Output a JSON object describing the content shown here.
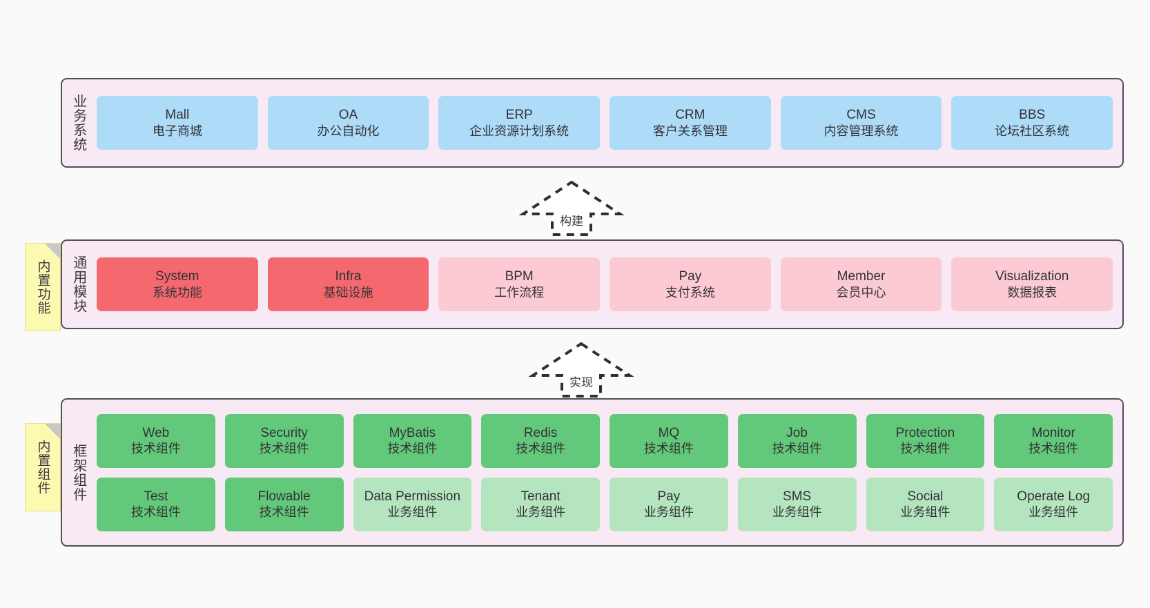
{
  "diagram": {
    "background_color": "#FAFAFA",
    "panel_color": "#F8EAF5",
    "panel_border_color": "#554C5C",
    "layers": [
      {
        "id": "business-systems",
        "title": "业务系统",
        "rows": [
          {
            "cells": [
              {
                "en": "Mall",
                "cn": "电子商城",
                "color": "#AEDCF8",
                "variant": "c-blue"
              },
              {
                "en": "OA",
                "cn": "办公自动化",
                "color": "#AEDCF8",
                "variant": "c-blue"
              },
              {
                "en": "ERP",
                "cn": "企业资源计划系统",
                "color": "#AEDCF8",
                "variant": "c-blue"
              },
              {
                "en": "CRM",
                "cn": "客户关系管理",
                "color": "#AEDCF8",
                "variant": "c-blue"
              },
              {
                "en": "CMS",
                "cn": "内容管理系统",
                "color": "#AEDCF8",
                "variant": "c-blue"
              },
              {
                "en": "BBS",
                "cn": "论坛社区系统",
                "color": "#AEDCF8",
                "variant": "c-blue"
              }
            ]
          }
        ]
      },
      {
        "id": "common-modules",
        "title": "通用模块",
        "note": "内置功能",
        "rows": [
          {
            "cells": [
              {
                "en": "System",
                "cn": "系统功能",
                "color": "#F4696E",
                "variant": "c-red"
              },
              {
                "en": "Infra",
                "cn": "基础设施",
                "color": "#F4696E",
                "variant": "c-red"
              },
              {
                "en": "BPM",
                "cn": "工作流程",
                "color": "#FBCAD2",
                "variant": "c-pink"
              },
              {
                "en": "Pay",
                "cn": "支付系统",
                "color": "#FBCAD2",
                "variant": "c-pink"
              },
              {
                "en": "Member",
                "cn": "会员中心",
                "color": "#FBCAD2",
                "variant": "c-pink"
              },
              {
                "en": "Visualization",
                "cn": "数据报表",
                "color": "#FBCAD2",
                "variant": "c-pink"
              }
            ]
          }
        ]
      },
      {
        "id": "framework-components",
        "title": "框架组件",
        "note": "内置组件",
        "rows": [
          {
            "cells": [
              {
                "en": "Web",
                "cn": "技术组件",
                "color": "#63C97A",
                "variant": "c-green"
              },
              {
                "en": "Security",
                "cn": "技术组件",
                "color": "#63C97A",
                "variant": "c-green"
              },
              {
                "en": "MyBatis",
                "cn": "技术组件",
                "color": "#63C97A",
                "variant": "c-green"
              },
              {
                "en": "Redis",
                "cn": "技术组件",
                "color": "#63C97A",
                "variant": "c-green"
              },
              {
                "en": "MQ",
                "cn": "技术组件",
                "color": "#63C97A",
                "variant": "c-green"
              },
              {
                "en": "Job",
                "cn": "技术组件",
                "color": "#63C97A",
                "variant": "c-green"
              },
              {
                "en": "Protection",
                "cn": "技术组件",
                "color": "#63C97A",
                "variant": "c-green"
              },
              {
                "en": "Monitor",
                "cn": "技术组件",
                "color": "#63C97A",
                "variant": "c-green"
              }
            ]
          },
          {
            "cells": [
              {
                "en": "Test",
                "cn": "技术组件",
                "color": "#63C97A",
                "variant": "c-green"
              },
              {
                "en": "Flowable",
                "cn": "技术组件",
                "color": "#63C97A",
                "variant": "c-green"
              },
              {
                "en": "Data Permission",
                "cn": "业务组件",
                "color": "#B5E5BE",
                "variant": "c-lightgreen"
              },
              {
                "en": "Tenant",
                "cn": "业务组件",
                "color": "#B5E5BE",
                "variant": "c-lightgreen"
              },
              {
                "en": "Pay",
                "cn": "业务组件",
                "color": "#B5E5BE",
                "variant": "c-lightgreen"
              },
              {
                "en": "SMS",
                "cn": "业务组件",
                "color": "#B5E5BE",
                "variant": "c-lightgreen"
              },
              {
                "en": "Social",
                "cn": "业务组件",
                "color": "#B5E5BE",
                "variant": "c-lightgreen"
              },
              {
                "en": "Operate Log",
                "cn": "业务组件",
                "color": "#B5E5BE",
                "variant": "c-lightgreen"
              }
            ]
          }
        ]
      }
    ],
    "connectors": [
      {
        "id": "build",
        "label": "构建",
        "direction": "up",
        "style": "dashed-hollow"
      },
      {
        "id": "implement",
        "label": "实现",
        "direction": "up",
        "style": "dashed-hollow"
      }
    ]
  }
}
